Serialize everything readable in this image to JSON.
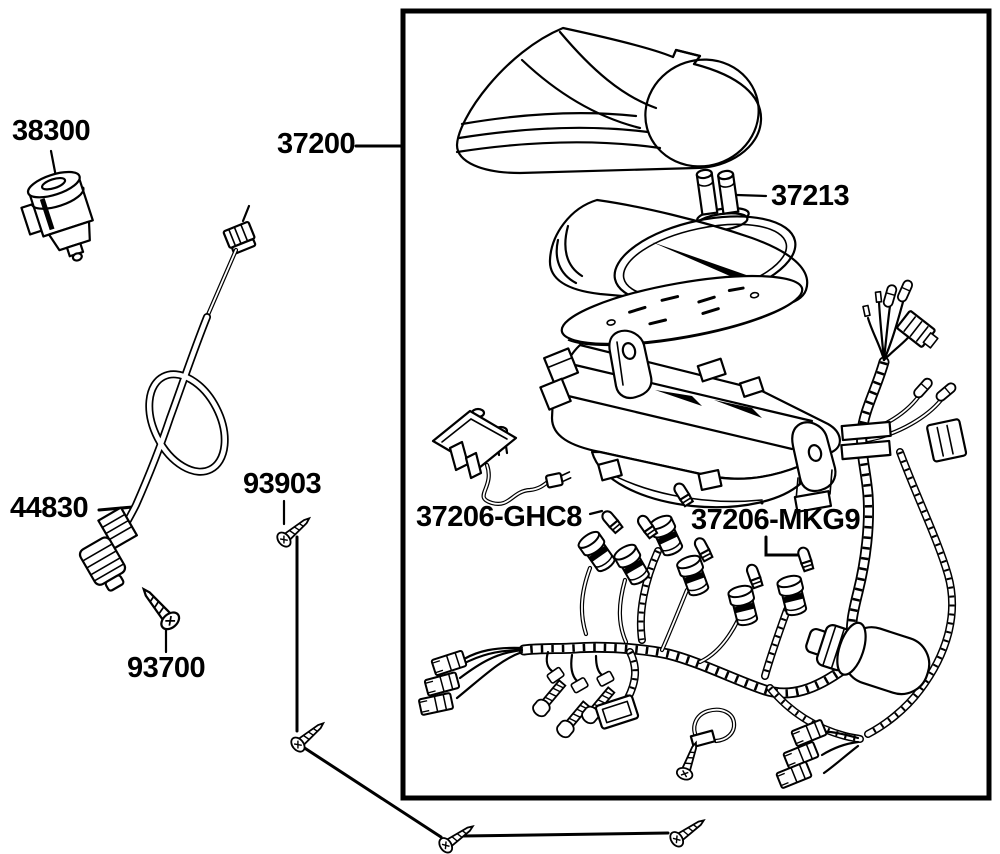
{
  "diagram": {
    "background": "#ffffff",
    "ink": "#000000",
    "parts": [
      {
        "code": "38300"
      },
      {
        "code": "37200"
      },
      {
        "code": "37213"
      },
      {
        "code": "44830"
      },
      {
        "code": "93903"
      },
      {
        "code": "93700"
      },
      {
        "code": "37206-GHC8"
      },
      {
        "code": "37206-MKG9"
      }
    ]
  }
}
